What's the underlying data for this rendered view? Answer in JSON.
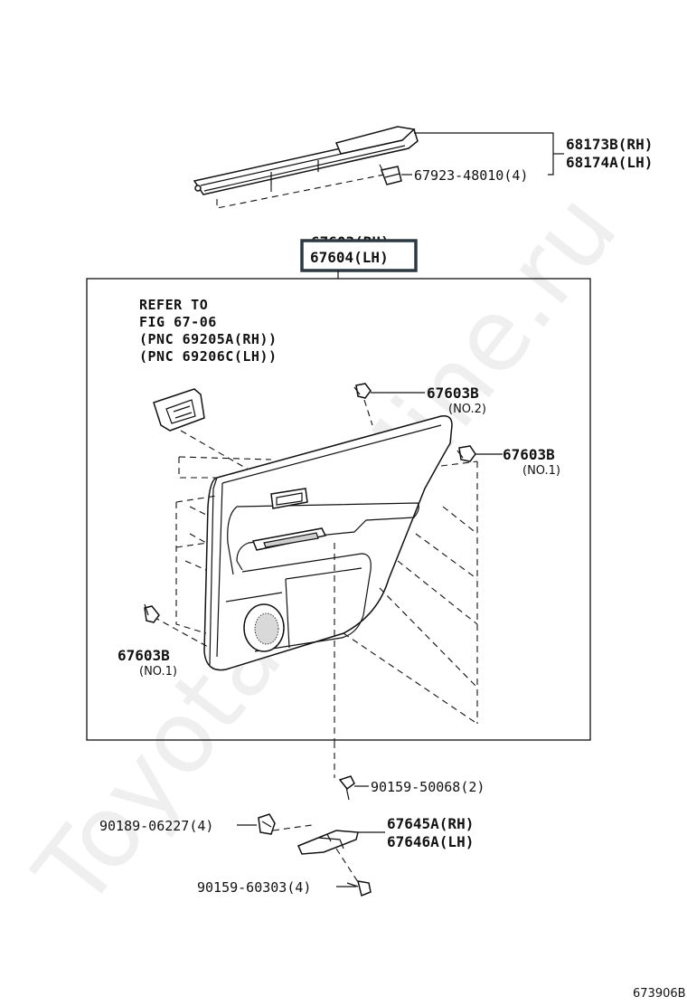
{
  "watermark": "ToyotaCarMine.ru",
  "diagram_code": "673906B",
  "moulding": {
    "rh": "68173B(RH)",
    "lh": "68174A(LH)",
    "clip": "67923-48010(4)"
  },
  "board": {
    "rh": "67603(RH)",
    "lh": "67604(LH)"
  },
  "reference": {
    "line1": "REFER TO",
    "line2": "FIG 67-06",
    "line3": "(PNC 69205A(RH))",
    "line4": "(PNC 69206C(LH))"
  },
  "clip_a": {
    "part": "67603B",
    "note": "(NO.2)"
  },
  "clip_b": {
    "part": "67603B",
    "note": "(NO.1)"
  },
  "clip_c": {
    "part": "67603B",
    "note": "(NO.1)"
  },
  "lower": {
    "screw1": "90159-50068(2)",
    "clip": "90189-06227(4)",
    "bracket_rh": "67645A(RH)",
    "bracket_lh": "67646A(LH)",
    "screw2": "90159-60303(4)"
  },
  "colors": {
    "highlight_box": "#2b3a42",
    "ink": "#111111"
  }
}
